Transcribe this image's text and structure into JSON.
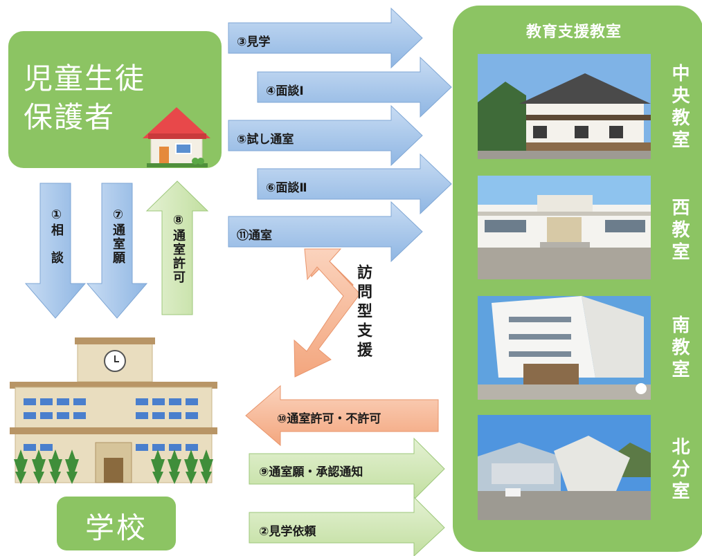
{
  "guardian": {
    "title": "児童生徒\n保護者"
  },
  "school": {
    "title": "学校"
  },
  "center": {
    "title": "教育支援教室",
    "rooms": [
      {
        "name": "中央教室"
      },
      {
        "name": "西教室"
      },
      {
        "name": "南教室"
      },
      {
        "name": "北分室"
      }
    ]
  },
  "arrows": {
    "step1": "①相　談",
    "step7": "⑦通室願",
    "step8": "⑧通室許可",
    "step3": "③見学",
    "step4": "④面談Ⅰ",
    "step5": "⑤試し通室",
    "step6": "⑥面談Ⅱ",
    "step11": "⑪通室",
    "outreach": "訪問型支援",
    "step10": "⑩通室許可・不許可",
    "step9": "⑨通室願・承認通知",
    "step2": "②見学依頼"
  },
  "colors": {
    "green": "#8cc463",
    "blue_arrow": "#a9c8ea",
    "orange_arrow": "#f6b896",
    "light_green_arrow": "#d3e8b8"
  }
}
